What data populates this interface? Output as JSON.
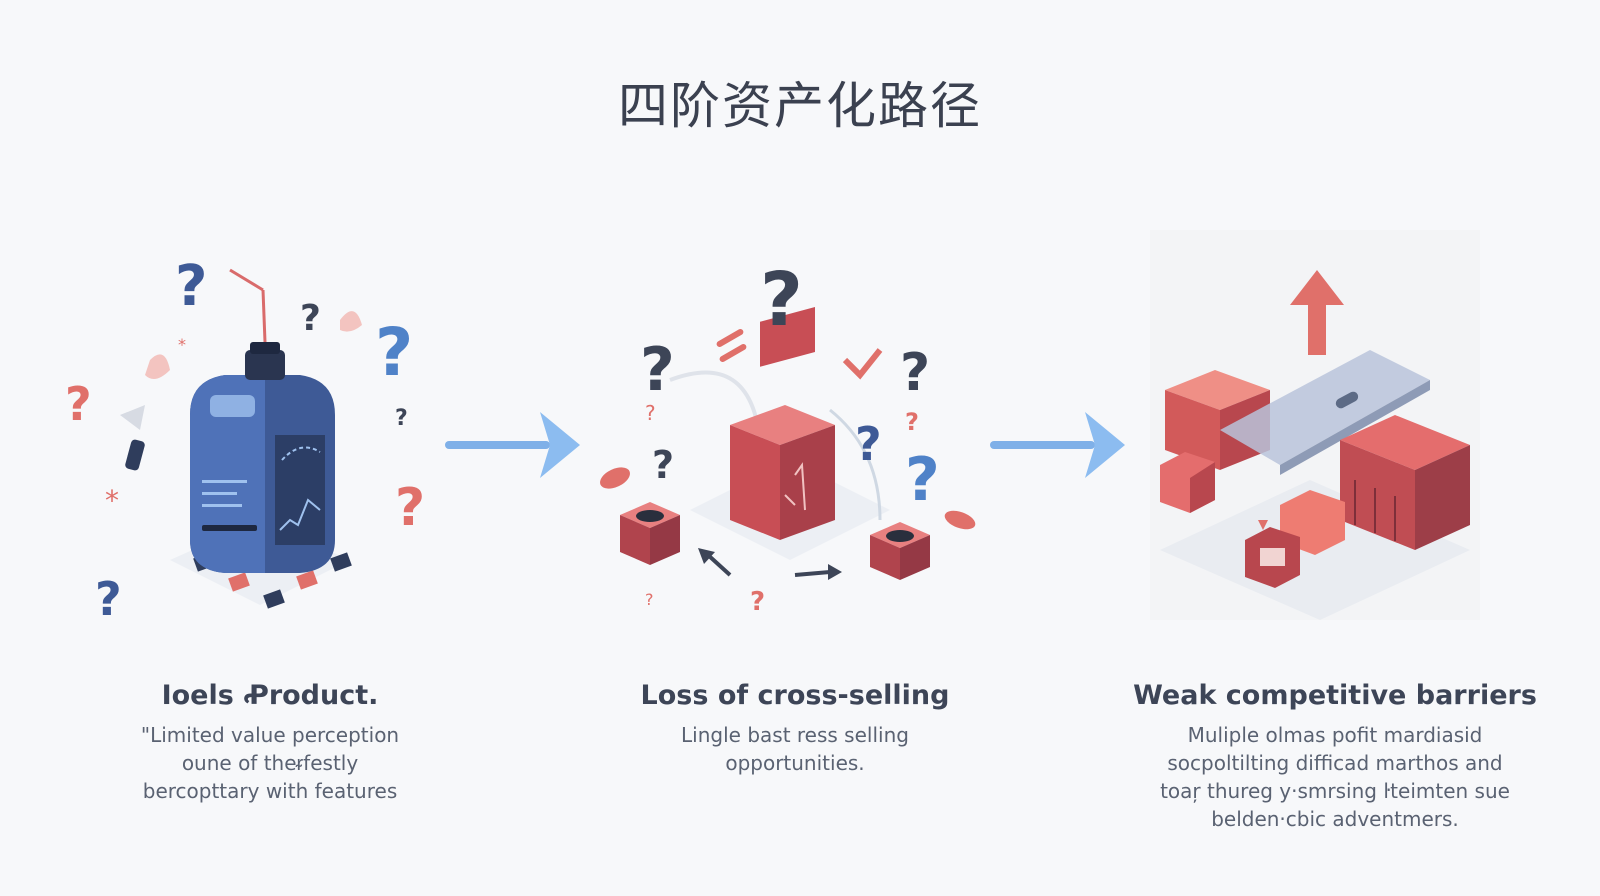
{
  "title": "四阶资产化路径",
  "stages": [
    {
      "title": "Ioels Ꝓroduct.",
      "description": "\"Limited value perception\noune of theᵲfestly\nbercopttary with features"
    },
    {
      "title": "Loss of cross-selling",
      "description": "Lingle bast ress selling\nopportunities."
    },
    {
      "title": "Weak competitive barriers",
      "description": "Muliple olmas pofit mardiasid\nsocpoltilting difficad marthos and\ntoaŗ thureg y·smrsing ŀteimten sue\nbelden·cbic adventmers."
    }
  ],
  "colors": {
    "blue": "#4a6fb5",
    "navy": "#2f3d5c",
    "red": "#d95f5f",
    "light_blue": "#7fb0e8",
    "text": "#3d4557"
  },
  "icons": [
    "question-icon",
    "jar-icon",
    "box-icon",
    "arrow-icon",
    "upward-arrow-icon"
  ]
}
